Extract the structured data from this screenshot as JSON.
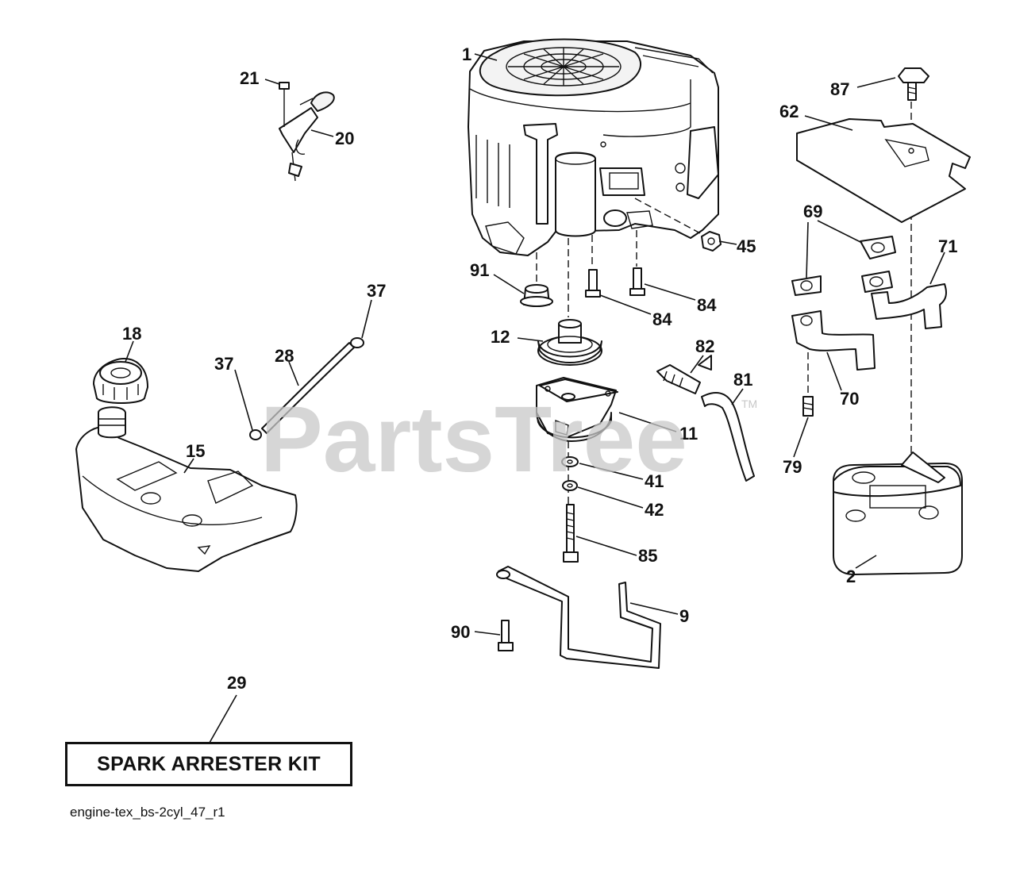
{
  "watermark": {
    "text": "PartsTree",
    "trademark": "TM"
  },
  "callouts": [
    {
      "id": "p1",
      "label": "1"
    },
    {
      "id": "p21",
      "label": "21"
    },
    {
      "id": "p20",
      "label": "20"
    },
    {
      "id": "p87",
      "label": "87"
    },
    {
      "id": "p62",
      "label": "62"
    },
    {
      "id": "p45",
      "label": "45"
    },
    {
      "id": "p69",
      "label": "69"
    },
    {
      "id": "p71",
      "label": "71"
    },
    {
      "id": "p91",
      "label": "91"
    },
    {
      "id": "p84a",
      "label": "84"
    },
    {
      "id": "p84b",
      "label": "84"
    },
    {
      "id": "p37a",
      "label": "37"
    },
    {
      "id": "p37b",
      "label": "37"
    },
    {
      "id": "p18",
      "label": "18"
    },
    {
      "id": "p28",
      "label": "28"
    },
    {
      "id": "p12",
      "label": "12"
    },
    {
      "id": "p82",
      "label": "82"
    },
    {
      "id": "p81",
      "label": "81"
    },
    {
      "id": "p70",
      "label": "70"
    },
    {
      "id": "p11",
      "label": "11"
    },
    {
      "id": "p15",
      "label": "15"
    },
    {
      "id": "p79",
      "label": "79"
    },
    {
      "id": "p41",
      "label": "41"
    },
    {
      "id": "p42",
      "label": "42"
    },
    {
      "id": "p85",
      "label": "85"
    },
    {
      "id": "p2",
      "label": "2"
    },
    {
      "id": "p9",
      "label": "9"
    },
    {
      "id": "p90",
      "label": "90"
    },
    {
      "id": "p29",
      "label": "29"
    }
  ],
  "kit_label": "SPARK ARRESTER KIT",
  "diagram_code": "engine-tex_bs-2cyl_47_r1"
}
